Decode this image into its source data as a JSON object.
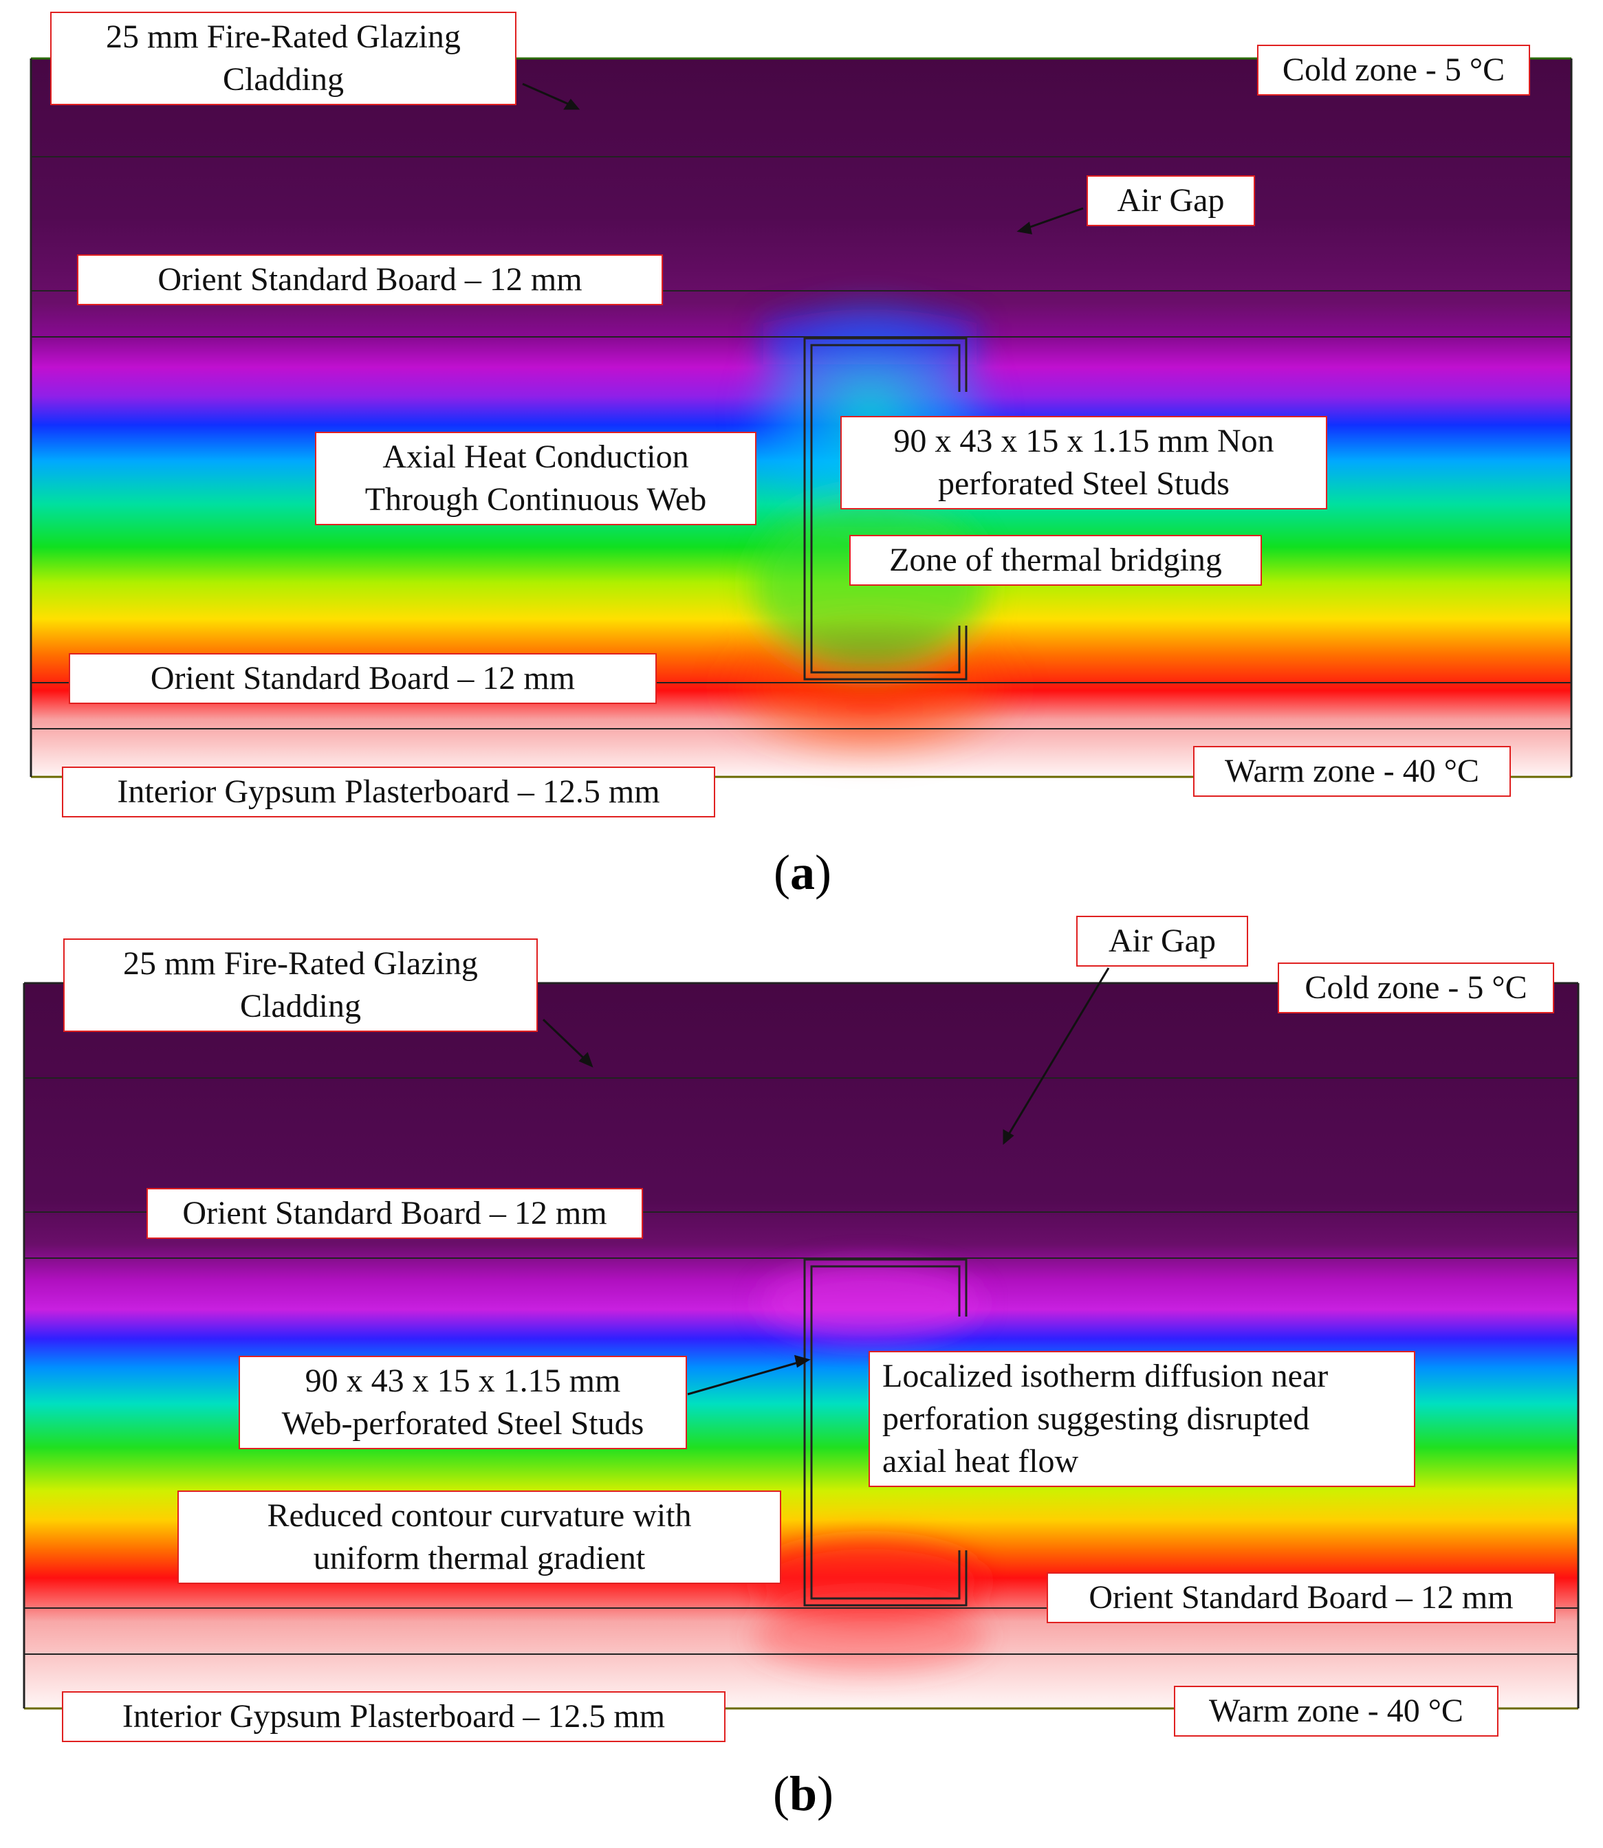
{
  "panel_a": {
    "caption": {
      "open": "(",
      "letter": "a",
      "close": ")"
    },
    "labels": {
      "glazing": [
        "25 mm Fire-Rated Glazing",
        "Cladding"
      ],
      "cold_zone": "Cold zone - 5 °C",
      "air_gap": "Air Gap",
      "osb_top": "Orient Standard Board – 12 mm",
      "axial": [
        "Axial Heat Conduction",
        "Through Continuous Web"
      ],
      "stud": [
        "90 x 43 x 15 x 1.15 mm Non",
        "perforated Steel Studs"
      ],
      "bridging": "Zone of thermal bridging",
      "osb_bottom": "Orient Standard Board – 12 mm",
      "gypsum": "Interior Gypsum Plasterboard – 12.5 mm",
      "warm_zone": "Warm zone - 40 °C"
    }
  },
  "panel_b": {
    "caption": {
      "open": "(",
      "letter": "b",
      "close": ")"
    },
    "labels": {
      "glazing": [
        "25 mm Fire-Rated Glazing",
        "Cladding"
      ],
      "air_gap": "Air Gap",
      "cold_zone": "Cold zone - 5 °C",
      "osb_top": "Orient Standard Board – 12 mm",
      "stud": [
        "90 x 43 x 15 x 1.15 mm",
        "Web-perforated Steel Studs"
      ],
      "diffusion": [
        "Localized isotherm diffusion near",
        "perforation suggesting disrupted",
        "axial heat flow"
      ],
      "curvature": [
        "Reduced contour curvature with",
        "uniform thermal gradient"
      ],
      "osb_bottom": "Orient Standard Board – 12 mm",
      "gypsum": "Interior Gypsum Plasterboard – 12.5 mm",
      "warm_zone": "Warm zone - 40 °C"
    }
  },
  "colors": {
    "label_border": "#e02020",
    "cold": "#4a0848",
    "warm": "#ffffff"
  }
}
